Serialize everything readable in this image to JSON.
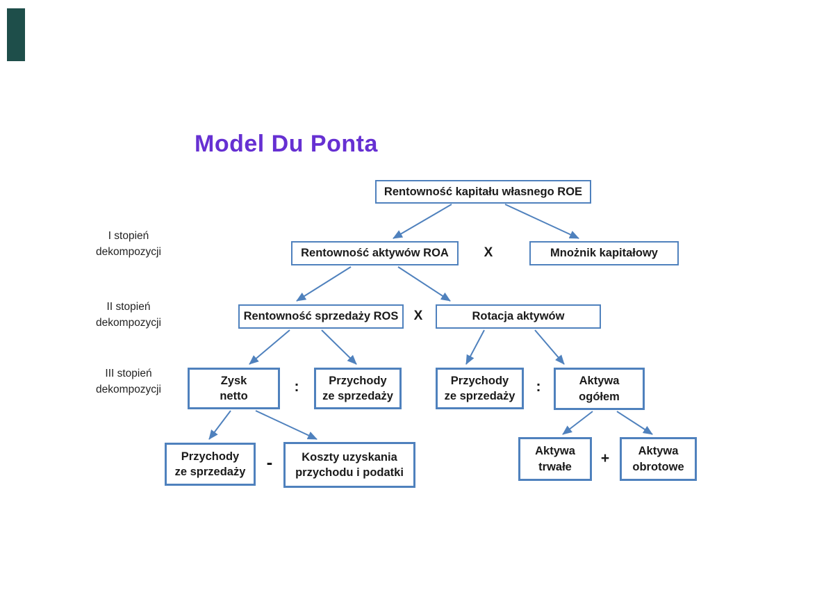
{
  "title": "Model Du Ponta",
  "stages": [
    {
      "line1": "I stopień",
      "line2": "dekompozycji"
    },
    {
      "line1": "II stopień",
      "line2": "dekompozycji"
    },
    {
      "line1": "III stopień",
      "line2": "dekompozycji"
    }
  ],
  "nodes": {
    "roe": {
      "label": "Rentowność kapitału własnego ROE"
    },
    "roa": {
      "label": "Rentowność aktywów ROA"
    },
    "mnoznik": {
      "label": "Mnożnik kapitałowy"
    },
    "ros": {
      "label": "Rentowność sprzedaży ROS"
    },
    "rotacja": {
      "label": "Rotacja aktywów"
    },
    "zysk": {
      "line1": "Zysk",
      "line2": "netto"
    },
    "przychody_l": {
      "line1": "Przychody",
      "line2": "ze sprzedaży"
    },
    "przychody_r": {
      "line1": "Przychody",
      "line2": "ze sprzedaży"
    },
    "ogolem": {
      "line1": "Aktywa",
      "line2": "ogółem"
    },
    "przychody_b": {
      "line1": "Przychody",
      "line2": "ze sprzedaży"
    },
    "koszty": {
      "line1": "Koszty uzyskania",
      "line2": "przychodu i podatki"
    },
    "trwale": {
      "line1": "Aktywa",
      "line2": "trwałe"
    },
    "obrotowe": {
      "line1": "Aktywa",
      "line2": "obrotowe"
    }
  },
  "operators": {
    "x1": "X",
    "x2": "X",
    "colon1": ":",
    "colon2": ":",
    "minus": "-",
    "plus": "+"
  },
  "colors": {
    "box_border_blue": "#4f81bd",
    "title_purple": "#6630d2",
    "text_black": "#1a1a1a",
    "corner_teal": "#1e4e4a",
    "background": "#ffffff"
  }
}
